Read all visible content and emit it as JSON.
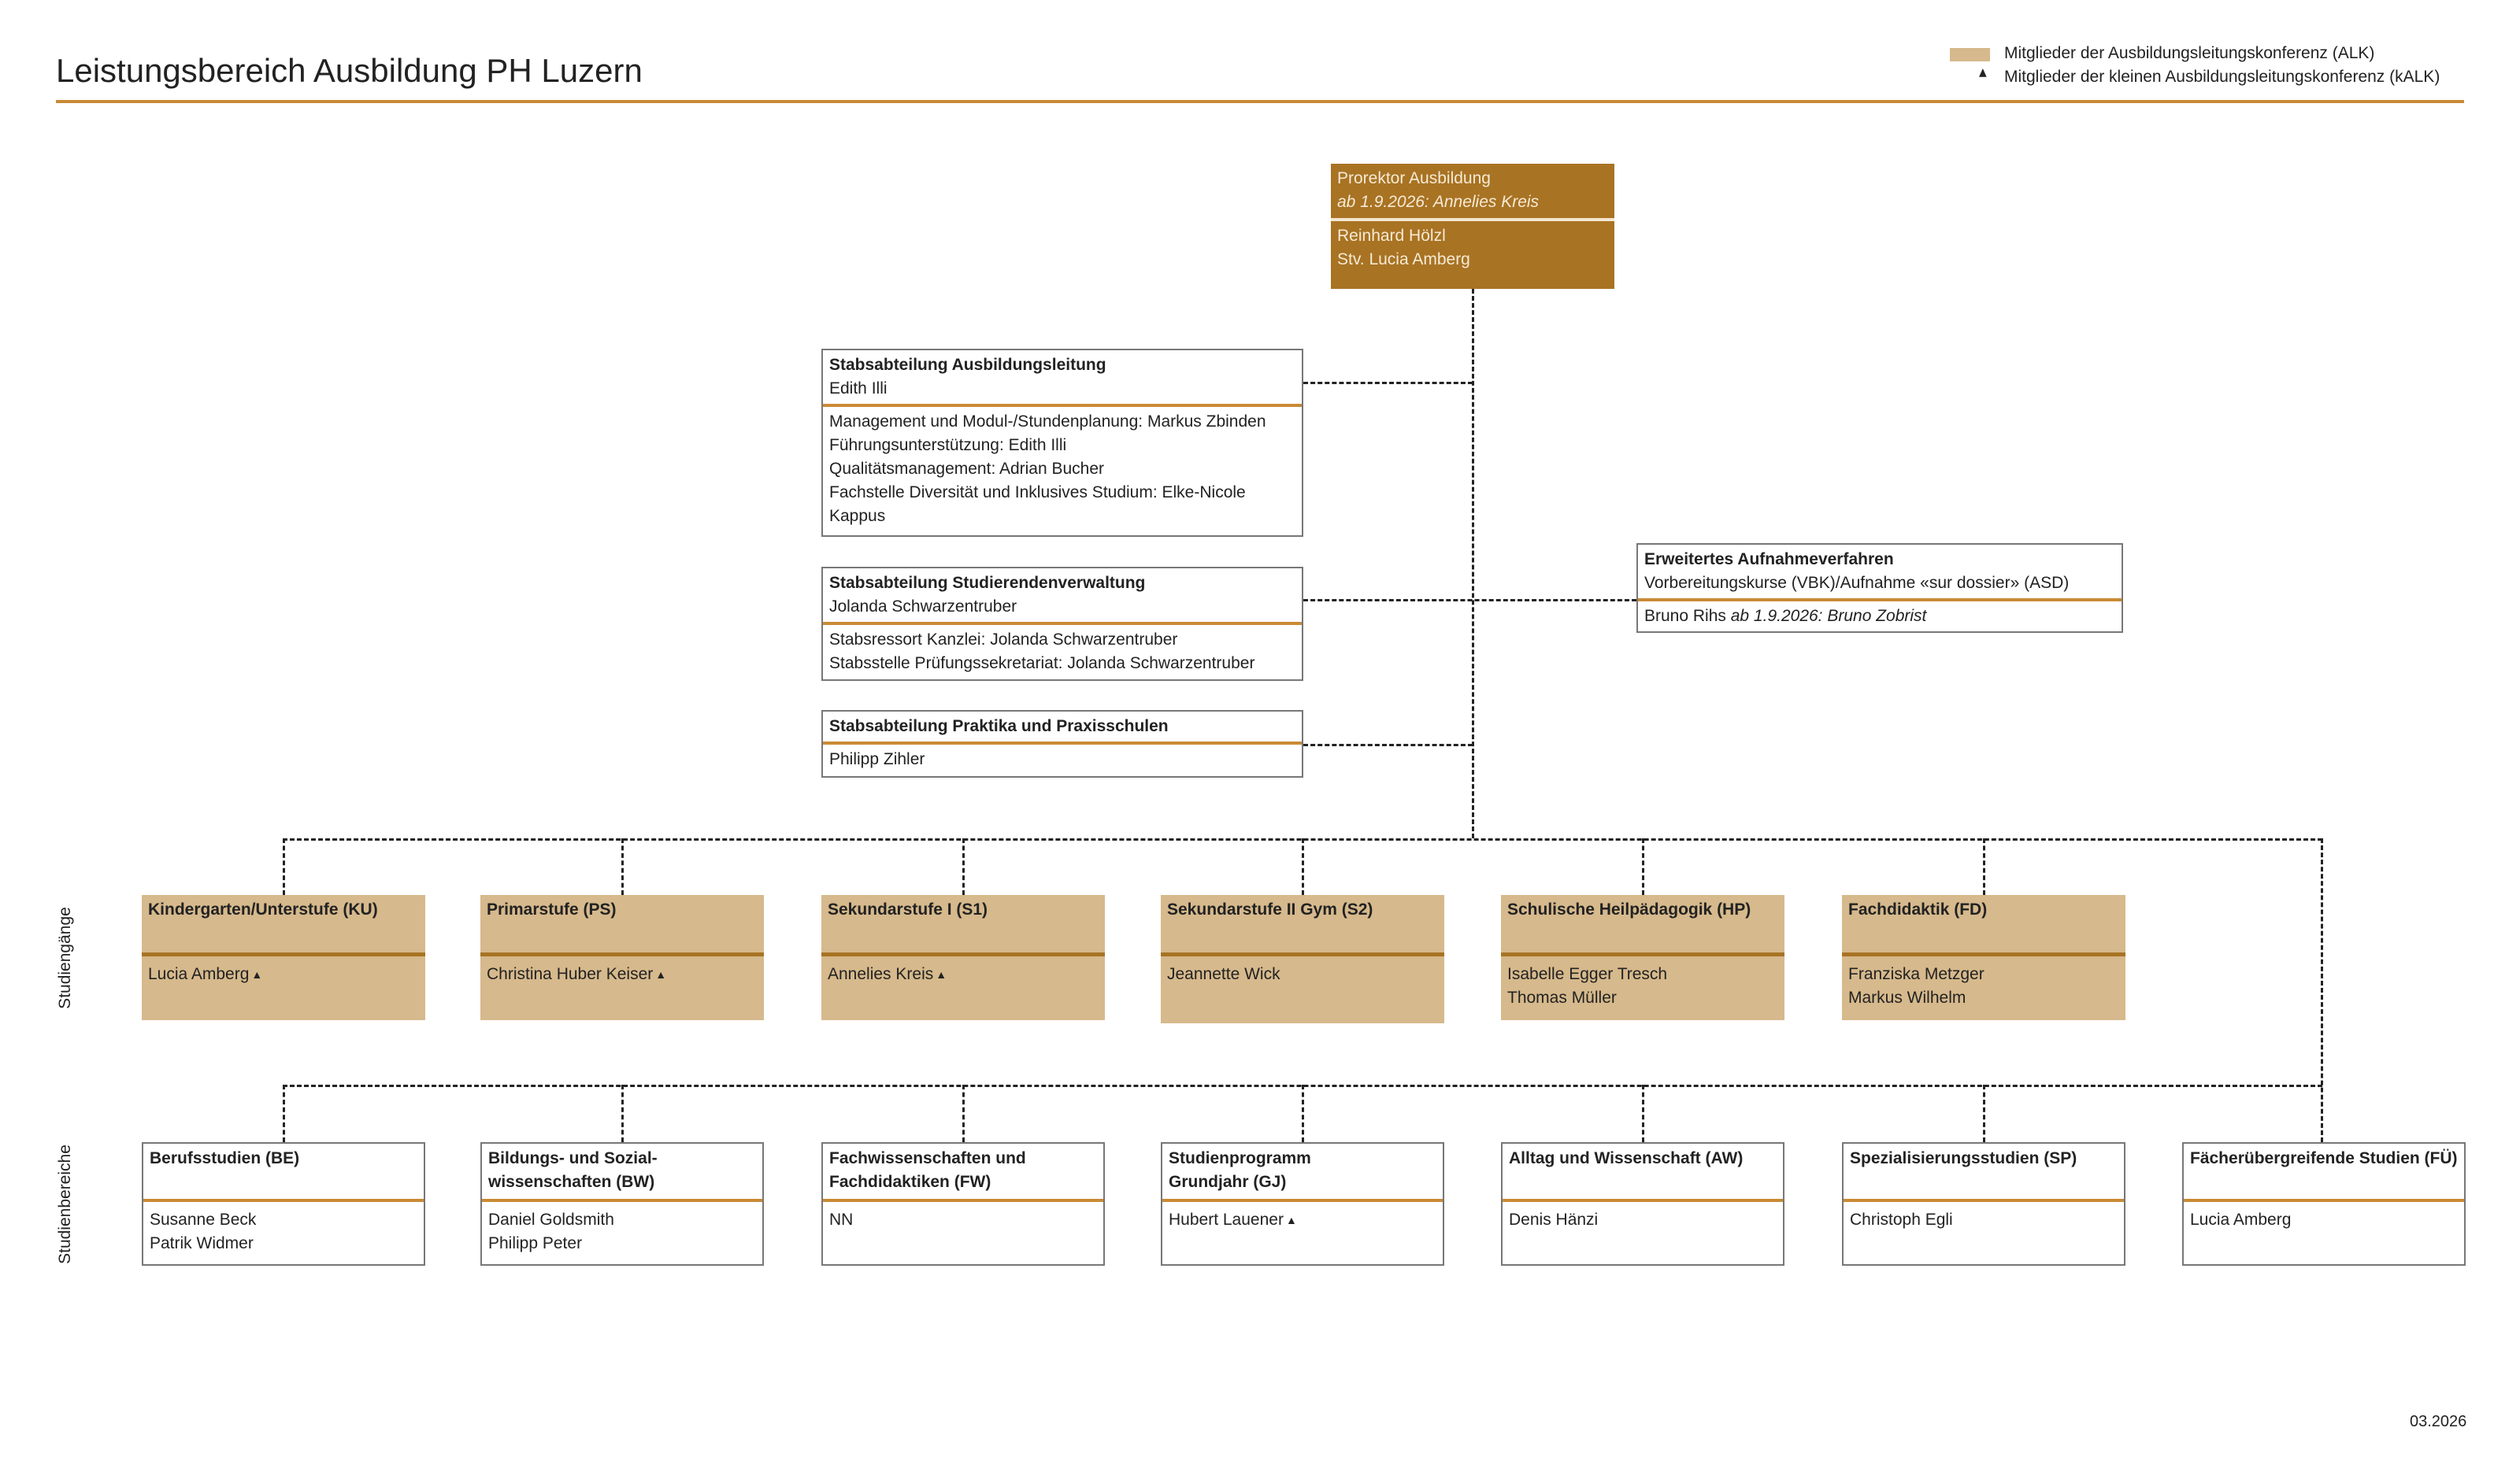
{
  "title": "Leistungsbereich Ausbildung PH Luzern",
  "legend": {
    "alk": "Mitglieder der Ausbildungsleitungskonferenz (ALK)",
    "kalk": "Mitglieder der kleinen Ausbildungsleitungskonferenz (kALK)",
    "alk_color": "#d6b98c",
    "kalk_marker": "▲"
  },
  "prorektor": {
    "title": "Prorektor Ausbildung",
    "future": "ab 1.9.2026: Annelies Kreis",
    "lines": [
      "Reinhard Hölzl",
      "Stv. Lucia Amberg"
    ]
  },
  "stab": [
    {
      "title": "Stabsabteilung Ausbildungsleitung",
      "head": "Edith Illi",
      "lines": [
        "Management und Modul-/Stundenplanung: Markus Zbinden",
        "Führungsunterstützung: Edith Illi",
        "Qualitätsmanagement: Adrian Bucher",
        "Fachstelle Diversität und Inklusives Studium: Elke-Nicole",
        "Kappus"
      ]
    },
    {
      "title": "Stabsabteilung Studierendenverwaltung",
      "head": "Jolanda Schwarzentruber",
      "lines": [
        "Stabsressort Kanzlei: Jolanda Schwarzentruber",
        "Stabsstelle Prüfungssekretariat: Jolanda Schwarzentruber"
      ]
    },
    {
      "title": "Stabsabteilung Praktika und Praxisschulen",
      "head": "",
      "lines": [
        "Philipp Zihler"
      ]
    }
  ],
  "aufnahme": {
    "title": "Erweitertes Aufnahmeverfahren",
    "subtitle": "Vorbereitungskurse (VBK)/Aufnahme «sur dossier» (ASD)",
    "person": "Bruno Rihs",
    "future": "ab 1.9.2026: Bruno Zobrist"
  },
  "side_labels": {
    "studiengaenge": "Studiengänge",
    "studienbereiche": "Studienbereiche"
  },
  "studiengaenge": [
    {
      "title": "Kindergarten/Unterstufe (KU)",
      "people": [
        "Lucia Amberg"
      ],
      "kalk": true
    },
    {
      "title": "Primarstufe (PS)",
      "people": [
        "Christina Huber Keiser"
      ],
      "kalk": true
    },
    {
      "title": "Sekundarstufe I (S1)",
      "people": [
        "Annelies Kreis"
      ],
      "kalk": true
    },
    {
      "title": "Sekundarstufe II Gym (S2)",
      "people": [
        "Jeannette Wick"
      ],
      "kalk": false
    },
    {
      "title": "Schulische Heilpädagogik (HP)",
      "people": [
        "Isabelle Egger Tresch",
        "Thomas Müller"
      ],
      "kalk": false
    },
    {
      "title": "Fachdidaktik (FD)",
      "people": [
        "Franziska Metzger",
        "Markus Wilhelm"
      ],
      "kalk": false
    }
  ],
  "studienbereiche": [
    {
      "title": [
        "Berufsstudien (BE)"
      ],
      "people": [
        "Susanne Beck",
        "Patrik Widmer"
      ],
      "kalk": false
    },
    {
      "title": [
        "Bildungs- und Sozial-",
        "wissenschaften (BW)"
      ],
      "people": [
        "Daniel Goldsmith",
        "Philipp Peter"
      ],
      "kalk": false
    },
    {
      "title": [
        "Fachwissenschaften und",
        "Fachdidaktiken (FW)"
      ],
      "people": [
        "NN"
      ],
      "kalk": false
    },
    {
      "title": [
        "Studienprogramm",
        "Grundjahr (GJ)"
      ],
      "people": [
        "Hubert Lauener"
      ],
      "kalk": true
    },
    {
      "title": [
        "Alltag und Wissenschaft (AW)"
      ],
      "people": [
        "Denis Hänzi"
      ],
      "kalk": false
    },
    {
      "title": [
        "Spezialisierungsstudien (SP)"
      ],
      "people": [
        "Christoph Egli"
      ],
      "kalk": false
    },
    {
      "title": [
        "Fächerübergreifende Studien (FÜ)"
      ],
      "people": [
        "Lucia Amberg"
      ],
      "kalk": false
    }
  ],
  "date": "03.2026"
}
